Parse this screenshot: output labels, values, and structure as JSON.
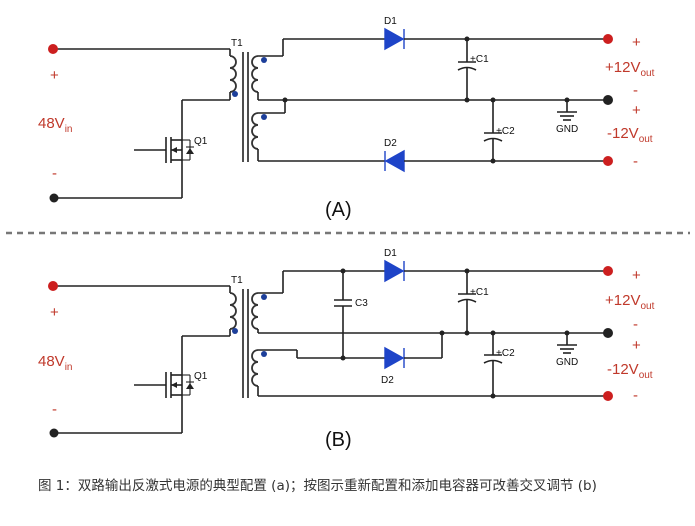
{
  "panels": [
    {
      "id": "A",
      "label": "(A)",
      "transformer": "T1",
      "mosfet": "Q1",
      "input_plus": "+",
      "input_minus": "-",
      "input_name": "48V",
      "input_sub": "in",
      "diode_top": "D1",
      "diode_bottom": "D2",
      "cap_top": "C1",
      "cap_bottom": "C2",
      "gnd": "GND",
      "out_pos_sign_top": "+",
      "out_pos_name": "+12V",
      "out_pos_sub": "out",
      "out_pos_sign_bottom": "-",
      "out_neg_sign_top": "+",
      "out_neg_name": "-12V",
      "out_neg_sub": "out",
      "out_neg_sign_bottom": "-"
    },
    {
      "id": "B",
      "label": "(B)",
      "transformer": "T1",
      "mosfet": "Q1",
      "input_plus": "+",
      "input_minus": "-",
      "input_name": "48V",
      "input_sub": "in",
      "diode_top": "D1",
      "diode_bottom": "D2",
      "cap_top": "C1",
      "cap_bottom": "C2",
      "cap_extra": "C3",
      "gnd": "GND",
      "out_pos_sign_top": "+",
      "out_pos_name": "+12V",
      "out_pos_sub": "out",
      "out_pos_sign_bottom": "-",
      "out_neg_sign_top": "+",
      "out_neg_name": "-12V",
      "out_neg_sub": "out",
      "out_neg_sign_bottom": "-"
    }
  ],
  "caption": "图 1：双路输出反激式电源的典型配置 (a)；按图示重新配置和添加电容器可改善交叉调节 (b)"
}
